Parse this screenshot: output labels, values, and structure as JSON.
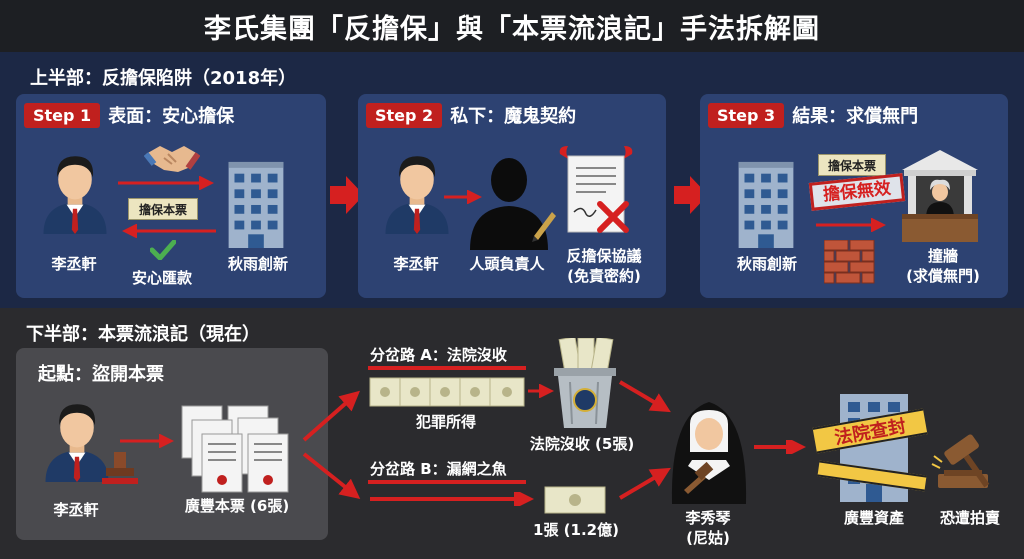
{
  "title": "李氏集團「反擔保」與「本票流浪記」手法拆解圖",
  "top": {
    "label": "上半部：反擔保陷阱（2018年）",
    "steps": [
      {
        "badge": "Step 1",
        "title": "表面：安心擔保",
        "person": "李丞軒",
        "company": "秋雨創新",
        "note": "擔保本票",
        "ok": "安心匯款"
      },
      {
        "badge": "Step 2",
        "title": "私下：魔鬼契約",
        "person": "李丞軒",
        "proxy": "人頭負責人",
        "doc1": "反擔保協議",
        "doc2": "(免責密約)"
      },
      {
        "badge": "Step 3",
        "title": "結果：求償無門",
        "company": "秋雨創新",
        "note": "擔保本票",
        "stamp": "擔保無效",
        "wall1": "撞牆",
        "wall2": "(求償無門)"
      }
    ]
  },
  "bottom": {
    "label": "下半部：本票流浪記（現在）",
    "start": {
      "title": "起點：盜開本票",
      "person": "李丞軒",
      "notes": "廣豐本票 (6張)"
    },
    "branch_a": {
      "label": "分岔路 A：法院沒收",
      "cash": "犯罪所得",
      "bin": "法院沒收 (5張)"
    },
    "branch_b": {
      "label": "分岔路 B：漏網之魚",
      "one": "1張 (1.2億)"
    },
    "nun": {
      "name": "李秀琴",
      "sub": "(尼姑)"
    },
    "asset": {
      "tape1": "法院查封",
      "name": "廣豐資產"
    },
    "auction": "恐遭拍賣"
  },
  "colors": {
    "accent": "#c0201e",
    "panel": "#2d4272",
    "navy": "#1c2845",
    "dark": "#2b2b2e"
  }
}
